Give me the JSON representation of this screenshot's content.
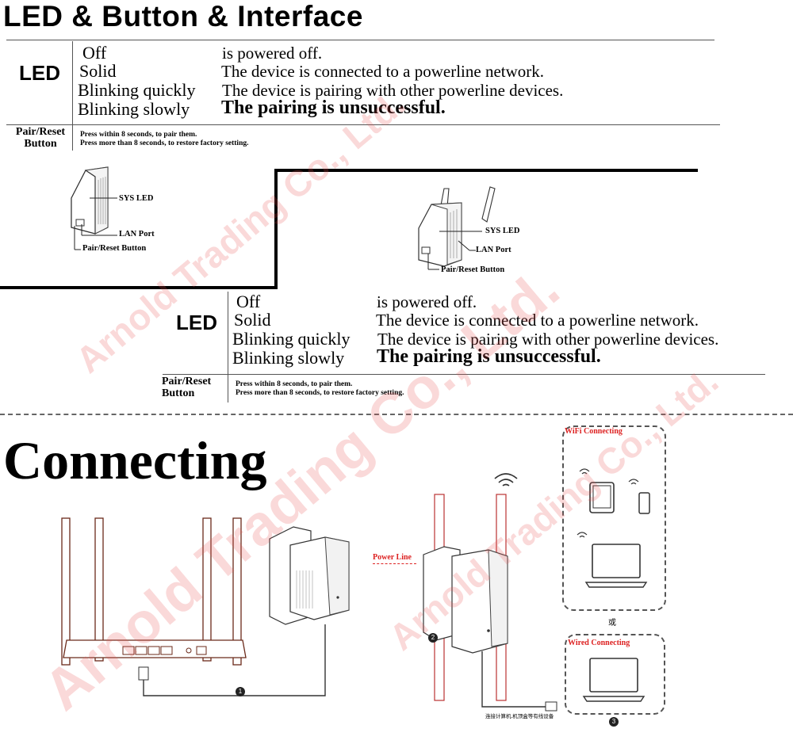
{
  "header": {
    "title": "LED & Button & Interface"
  },
  "led_table": {
    "label": "LED",
    "rows": [
      {
        "state": "Off",
        "description": "is powered off."
      },
      {
        "state": "Solid",
        "description": "The device is connected to a powerline network."
      },
      {
        "state": "Blinking quickly",
        "description": "The device is pairing with other powerline devices."
      },
      {
        "state": "Blinking slowly",
        "description": "The pairing is unsuccessful."
      }
    ],
    "button_label": "Pair/Reset Button",
    "button_lines": [
      "Press within 8 seconds, to pair them.",
      "Press more than 8 seconds, to restore factory setting."
    ]
  },
  "device_small": {
    "callouts": [
      "SYS LED",
      "LAN Port",
      "Pair/Reset Button"
    ]
  },
  "device_extender": {
    "callouts": [
      "SYS LED",
      "LAN Port",
      "Pair/Reset Button"
    ]
  },
  "connecting": {
    "title": "Connecting",
    "power_line_label": "Power Line",
    "wifi_box_label": "WiFi Connecting",
    "or_label": "或",
    "wired_box_label": "Wired Connecting",
    "cable_caption": "连接计算机.机顶盒等有线设备",
    "steps": [
      "1",
      "2",
      "3"
    ]
  },
  "watermark": {
    "text": "Arnold Trading Co., Ltd."
  }
}
